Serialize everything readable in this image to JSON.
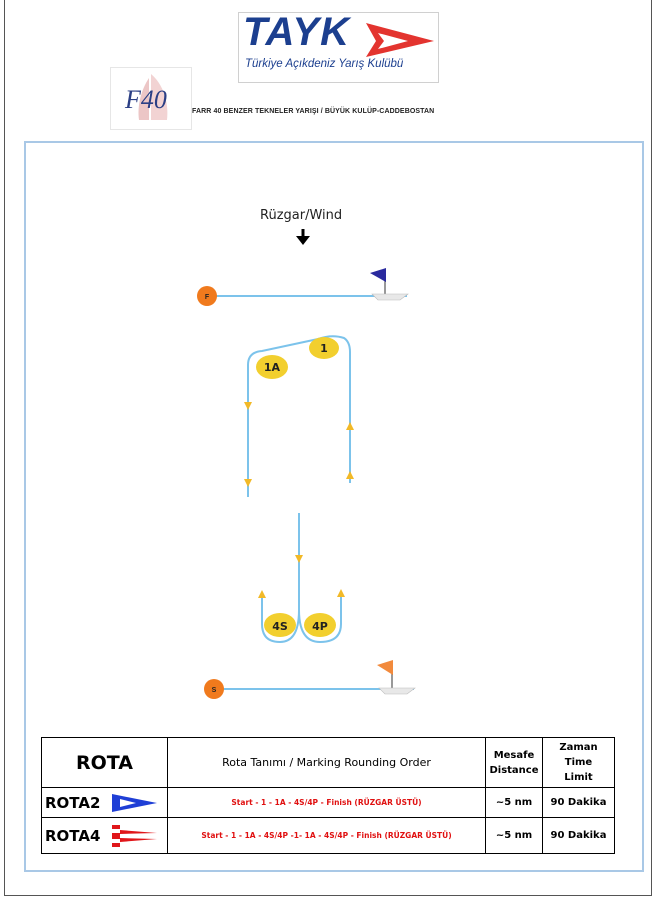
{
  "header": {
    "tayk_logo_text": "TAYK",
    "tayk_logo_subtitle": "Türkiye Açıkdeniz Yarış Kulübü",
    "f40_logo_text": "F40",
    "event_title": "FARR 40 BENZER TEKNELER YARIŞI / BÜYÜK KULÜP-CADDEBOSTAN"
  },
  "course": {
    "wind_label": "Rüzgar/Wind",
    "marks": {
      "finish": "F",
      "start": "S",
      "mark_1": "1",
      "mark_1a": "1A",
      "mark_4s": "4S",
      "mark_4p": "4P"
    },
    "colors": {
      "course_line": "#7cc3eb",
      "arrow": "#f2b927",
      "mark_yellow": "#f2cf2e",
      "finish_start_orange": "#f07a1d",
      "finish_flag": "#2a2a9e",
      "start_flag": "#f28a3c"
    }
  },
  "table": {
    "headers": {
      "rota": "ROTA",
      "description": "Rota Tanımı / Marking Rounding Order",
      "distance": [
        "Mesafe",
        "Distance"
      ],
      "time_limit": [
        "Zaman",
        "Time",
        "Limit"
      ]
    },
    "rows": [
      {
        "name": "ROTA2",
        "flag_icon": "blue-white-pennant-icon",
        "route": "Start - 1 - 1A - 4S/4P - Finish (RÜZGAR ÜSTÜ)",
        "distance": "~5 nm",
        "time_limit": "90 Dakika"
      },
      {
        "name": "ROTA4",
        "flag_icon": "red-white-striped-pennant-icon",
        "route": "Start - 1 - 1A - 4S/4P -1- 1A - 4S/4P - Finish (RÜZGAR ÜSTÜ)",
        "distance": "~5 nm",
        "time_limit": "90 Dakika"
      }
    ]
  }
}
